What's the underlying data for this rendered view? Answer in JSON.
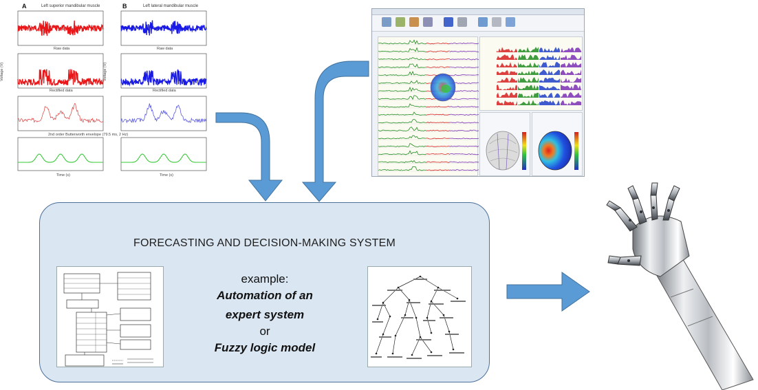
{
  "emg": {
    "letter_a": "A",
    "letter_b": "B",
    "title_a": "Left superior mandibular muscle",
    "title_b": "Left lateral mandibular muscle",
    "raw_label": "Raw data",
    "rectified_label": "Rectified data",
    "envelope_label": "2nd order Butterworth envelope (79.5 ms, 2 Hz)",
    "time_label": "Time (s)",
    "voltage_label": "Voltage (V)",
    "colors": {
      "left": "#e8181a",
      "right": "#1a1ae6",
      "envelope_left": "#e05050",
      "envelope_right": "#5a5ae0",
      "smooth": "#37c837"
    }
  },
  "eeg_screenshot": {
    "colors": {
      "green": "#1f8b1f",
      "red": "#d62020",
      "blue": "#1e3ec8",
      "purple": "#7a2fb5",
      "map_blue": "#1b3fd6",
      "map_red": "#e02020"
    }
  },
  "system": {
    "title": "FORECASTING AND DECISION-MAKING SYSTEM",
    "example_label": "example:",
    "option1_line1": "Automation of an",
    "option1_line2": "expert system",
    "or_label": "or",
    "option2": "Fuzzy logic model",
    "box_fill": "#dae6f2",
    "box_border": "#4a6f99"
  },
  "arrows": {
    "color": "#5b9bd5"
  },
  "robot_hand": {
    "icon": "robot-hand-icon"
  }
}
